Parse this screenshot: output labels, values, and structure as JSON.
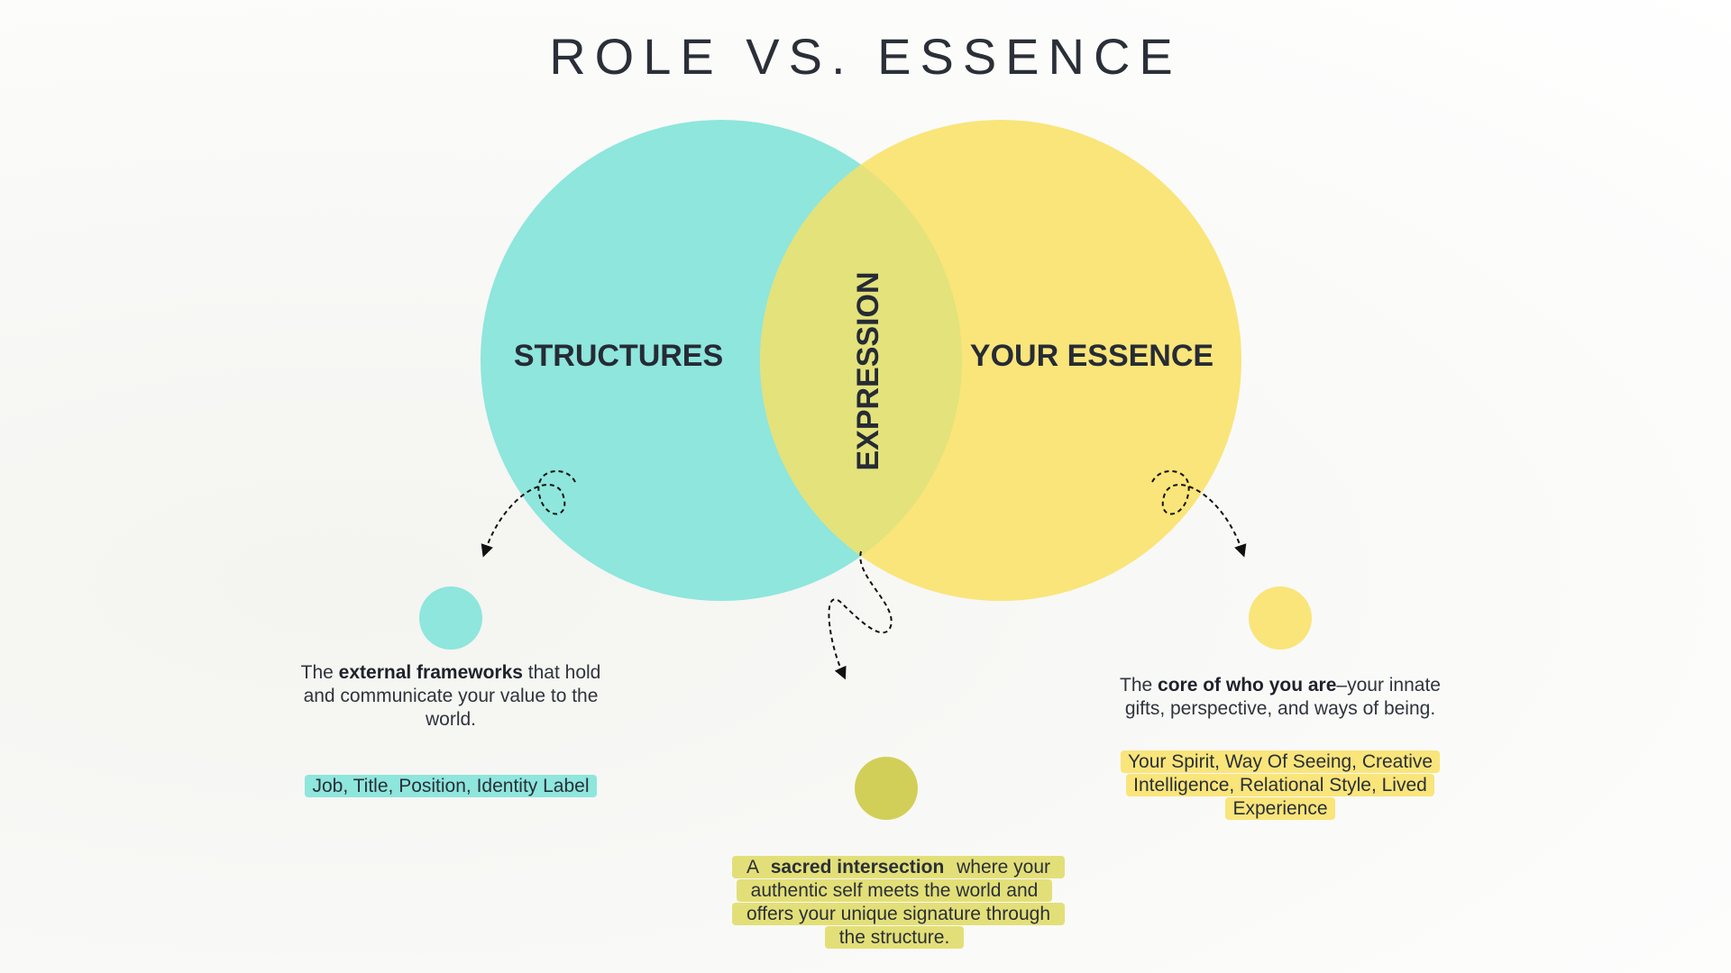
{
  "title": "ROLE VS. ESSENCE",
  "circles": {
    "left": {
      "label": "STRUCTURES",
      "color": "#8ee6dc"
    },
    "right": {
      "label": "YOUR ESSENCE",
      "color": "#f9e57a"
    },
    "overlap": {
      "label": "EXPRESSION",
      "color": "#e3e27b"
    }
  },
  "structures": {
    "desc_pre": "The ",
    "desc_bold": "external frameworks",
    "desc_post": " that hold and communicate your value to the world.",
    "tag": "Job, Title, Position, Identity Label",
    "dot_color": "#8ee6dc"
  },
  "essence": {
    "desc_pre": "The ",
    "desc_bold": "core of who you are",
    "desc_post": "–your innate gifts, perspective, and ways of being.",
    "tag": "Your Spirit, Way Of Seeing, Creative Intelligence, Relational Style, Lived Experience",
    "dot_color": "#f9e57a"
  },
  "expression": {
    "desc_pre": "A ",
    "desc_bold": "sacred intersection",
    "desc_post": " where your authentic self meets the world and offers your unique signature through the structure.",
    "dot_color": "#d2cf58"
  }
}
